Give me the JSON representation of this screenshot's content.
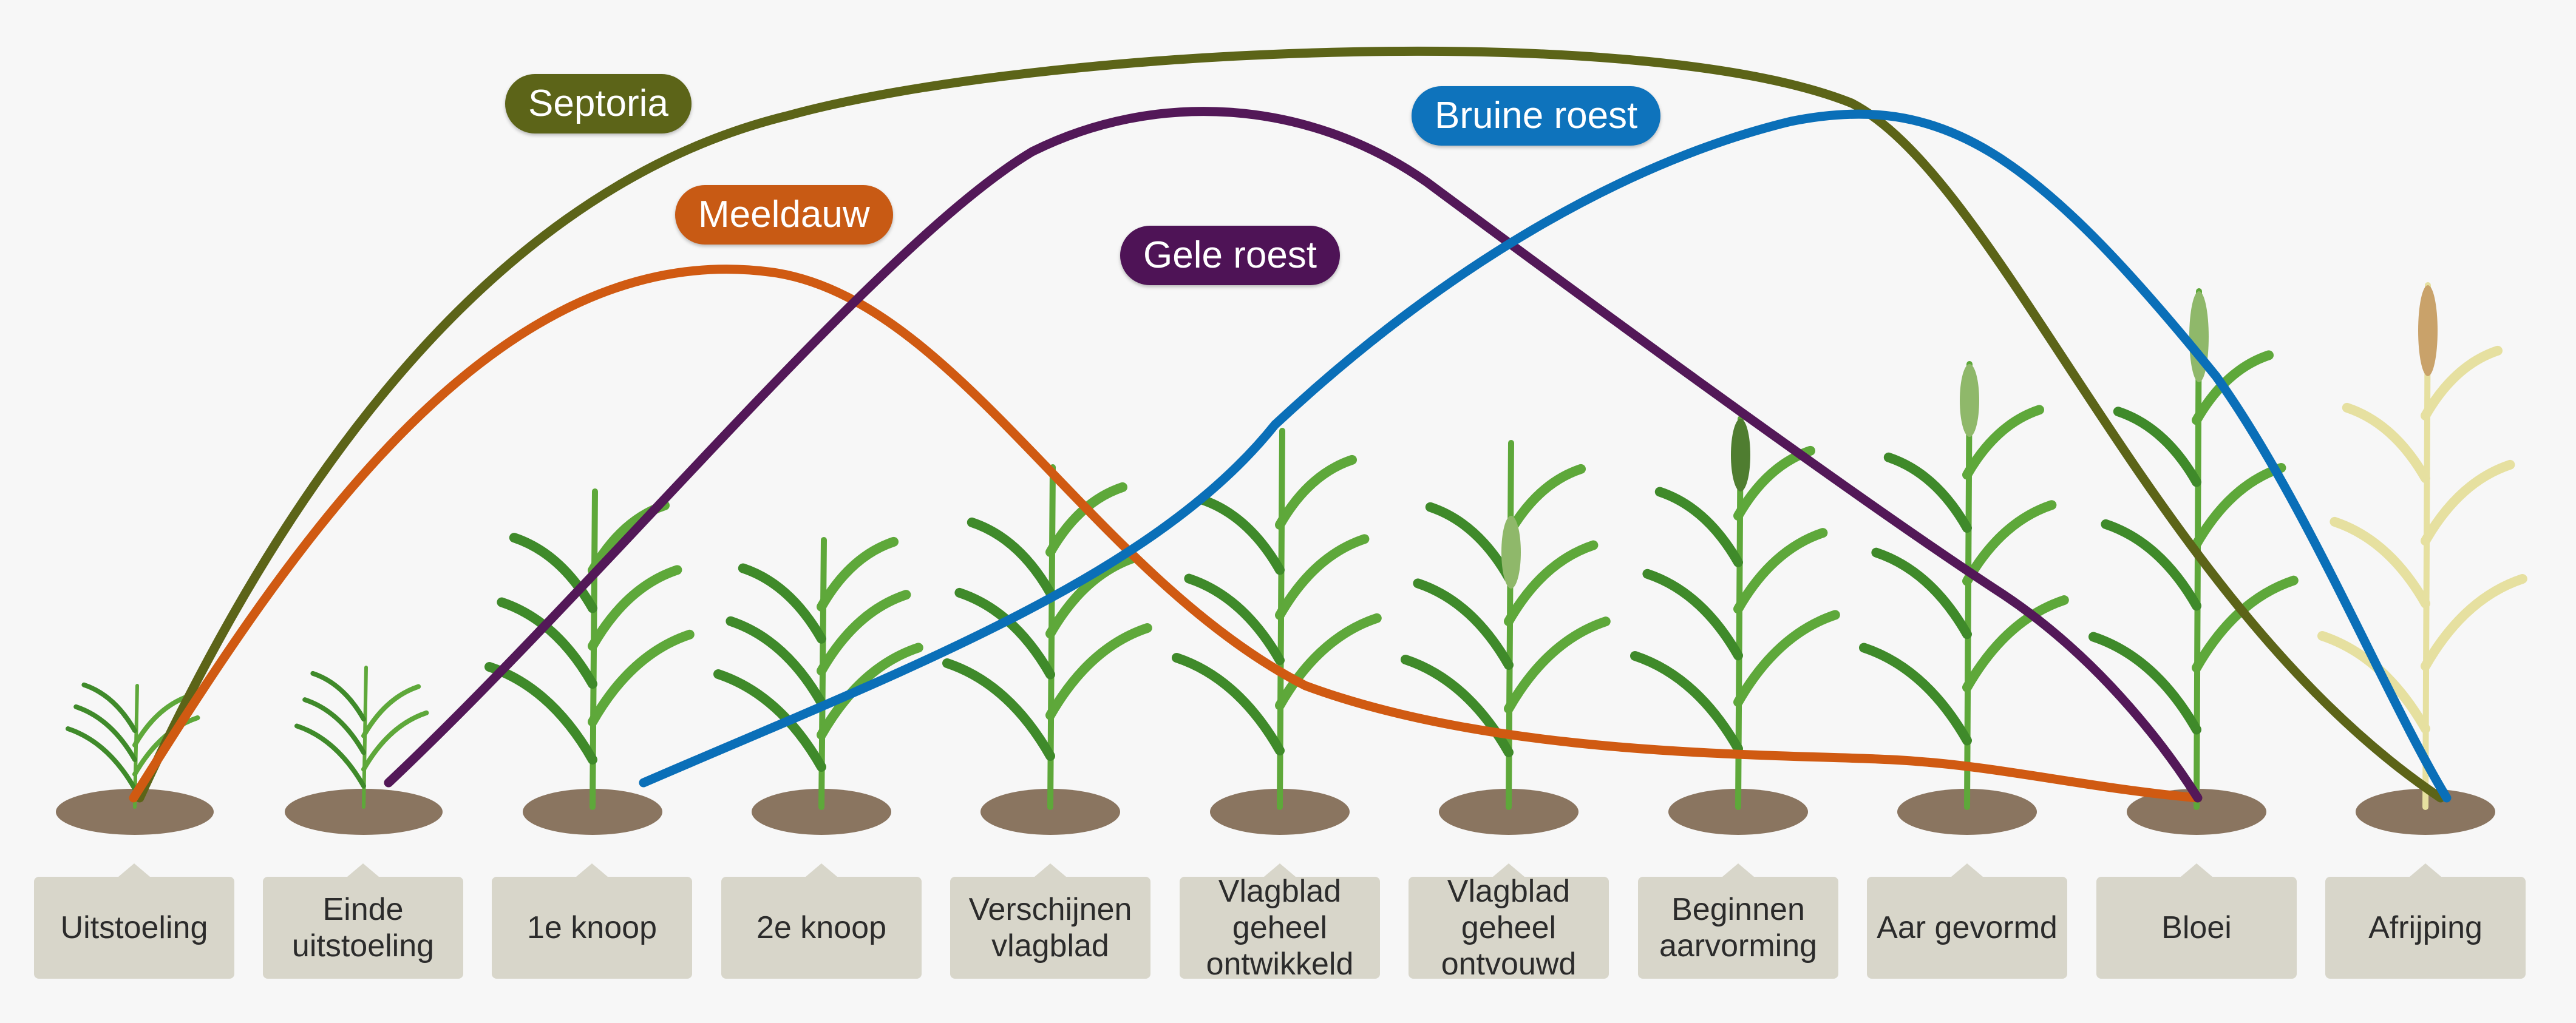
{
  "diseases": [
    {
      "id": "septoria",
      "label": "Septoria",
      "color": "#5c6418",
      "bg": "#5c6418"
    },
    {
      "id": "meeldauw",
      "label": "Meeldauw",
      "color": "#d05a12",
      "bg": "#c85a14"
    },
    {
      "id": "gele-roest",
      "label": "Gele roest",
      "color": "#531858",
      "bg": "#4e1356"
    },
    {
      "id": "bruine-roest",
      "label": "Bruine roest",
      "color": "#0a6fb8",
      "bg": "#0e73bc"
    }
  ],
  "stages": [
    "Uitstoeling",
    "Einde\nuitstoeling",
    "1e knoop",
    "2e knoop",
    "Verschijnen\nvlagblad",
    "Vlagblad\ngeheel\nontwikkeld",
    "Vlagblad\ngeheel\nontvouwd",
    "Beginnen\naarvorming",
    "Aar gevormd",
    "Bloei",
    "Afrijping"
  ],
  "colors": {
    "soil": "#8a7560",
    "leaf": "#5ea83a",
    "leaf_dark": "#3f8a2a",
    "ripe": "#e6e0a0",
    "label_box": "#d8d6ca"
  }
}
